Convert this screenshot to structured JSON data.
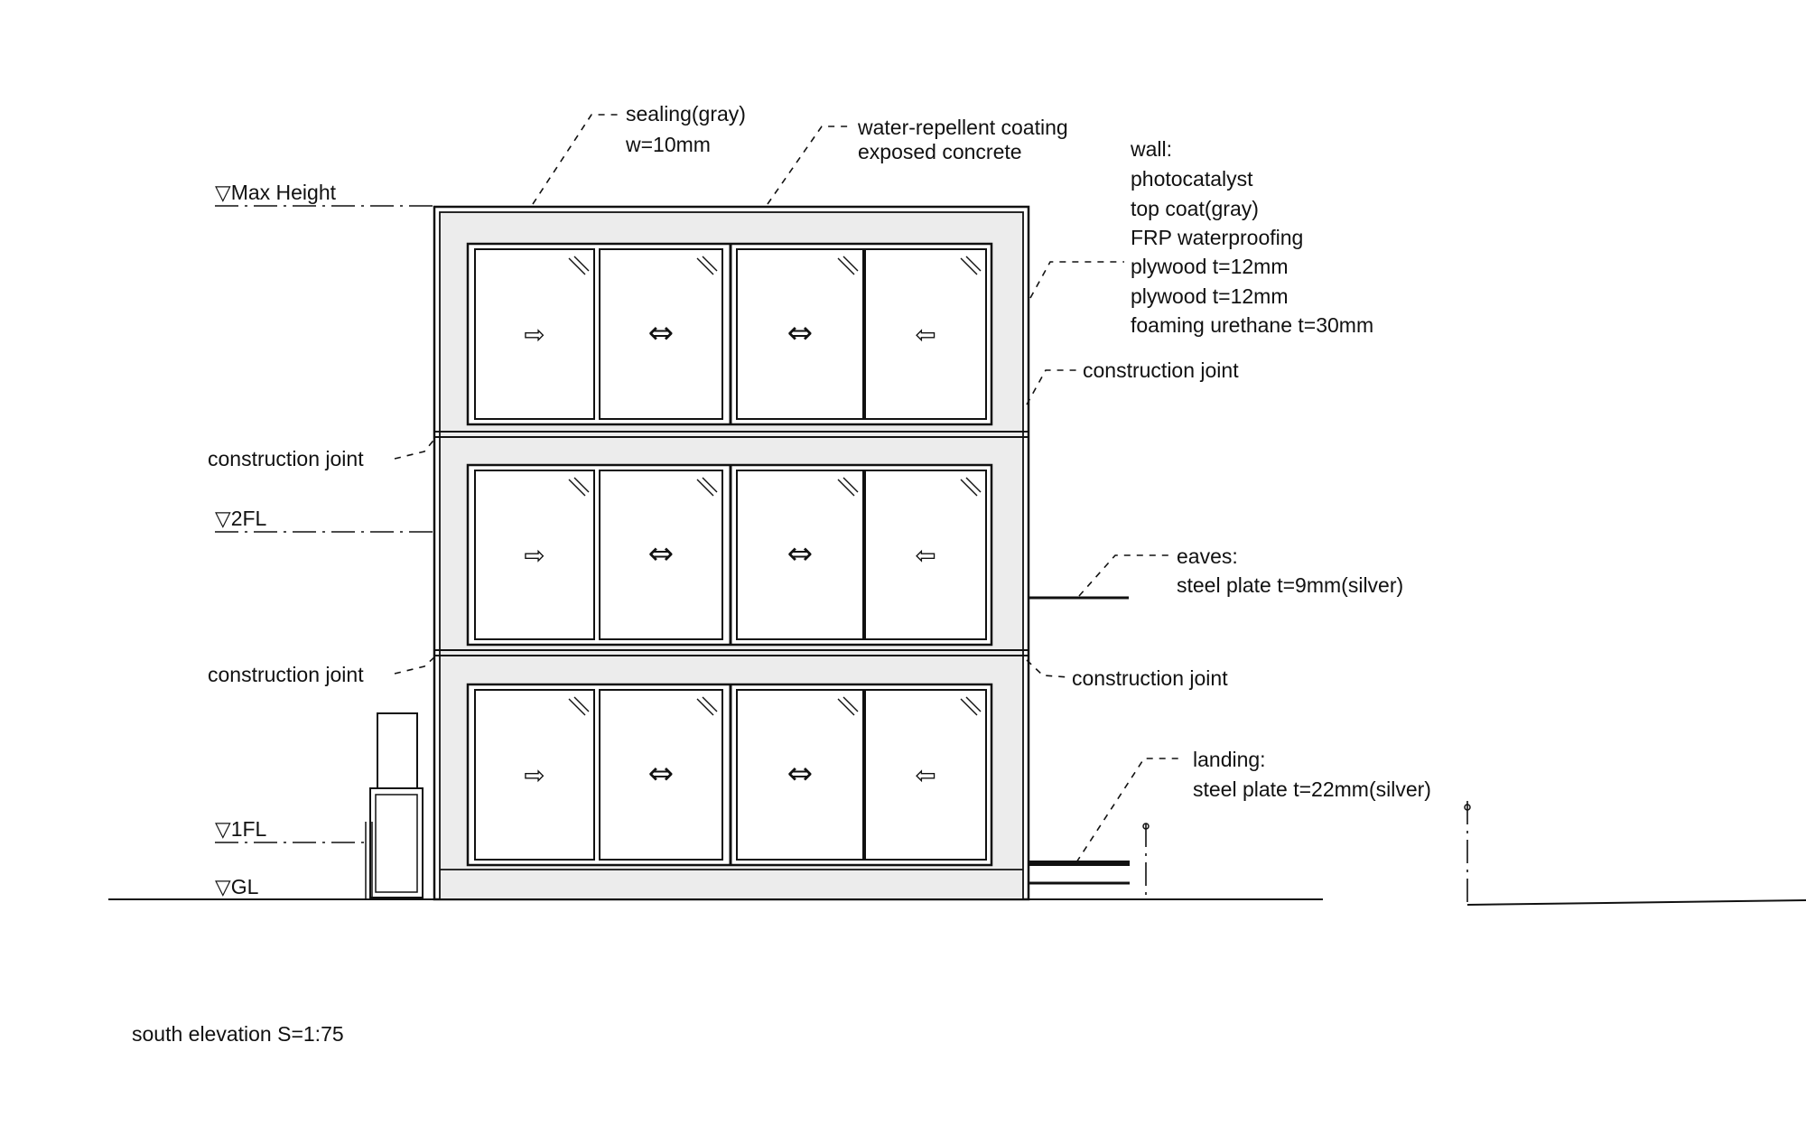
{
  "drawing": {
    "title": "south elevation S=1:75",
    "levels": {
      "max_height": "▽Max Height",
      "second_floor": "▽2FL",
      "first_floor": "▽1FL",
      "ground": "▽GL"
    },
    "annotations": {
      "sealing_line1": "sealing(gray)",
      "sealing_line2": "w=10mm",
      "coating_line1": "water-repellent coating",
      "coating_line2": "exposed concrete",
      "wall_lines": [
        "wall:",
        "photocatalyst",
        "top coat(gray)",
        "FRP waterproofing",
        "plywood t=12mm",
        "plywood t=12mm",
        "foaming urethane t=30mm"
      ],
      "joint_right_upper": "construction joint",
      "joint_left_upper": "construction joint",
      "joint_left_lower": "construction joint",
      "joint_right_lower": "construction joint",
      "eaves_line1": "eaves:",
      "eaves_line2": "steel plate t=9mm(silver)",
      "landing_line1": "landing:",
      "landing_line2": "steel plate t=22mm(silver)"
    },
    "window_panel_arrows": [
      "⇨",
      "⇔",
      "⇔",
      "⇦"
    ]
  }
}
